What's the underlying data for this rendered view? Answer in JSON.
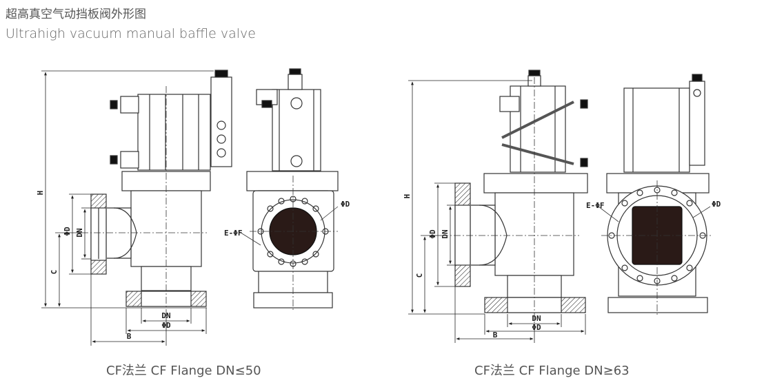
{
  "title": {
    "chinese": "超高真空气动挡板阀外形图",
    "english": "Ultrahigh vacuum manual baffle valve"
  },
  "drawings": [
    {
      "caption": "CF法兰 CF Flange DN≤50",
      "labels": {
        "H": "H",
        "C": "C",
        "B": "B",
        "phiD": "ΦD",
        "DN": "DN",
        "bottom_DN": "DN",
        "bottom_phiD": "ΦD",
        "holes": "E-ΦF",
        "side_phiD": "ΦD"
      }
    },
    {
      "caption": "CF法兰 CF Flange DN≥63",
      "labels": {
        "H": "H",
        "C": "C",
        "B": "B",
        "phiD": "ΦD",
        "DN": "DN",
        "bottom_DN": "DN",
        "bottom_phiD": "ΦD",
        "holes": "E-ΦF",
        "side_phiD": "ΦD"
      }
    }
  ]
}
